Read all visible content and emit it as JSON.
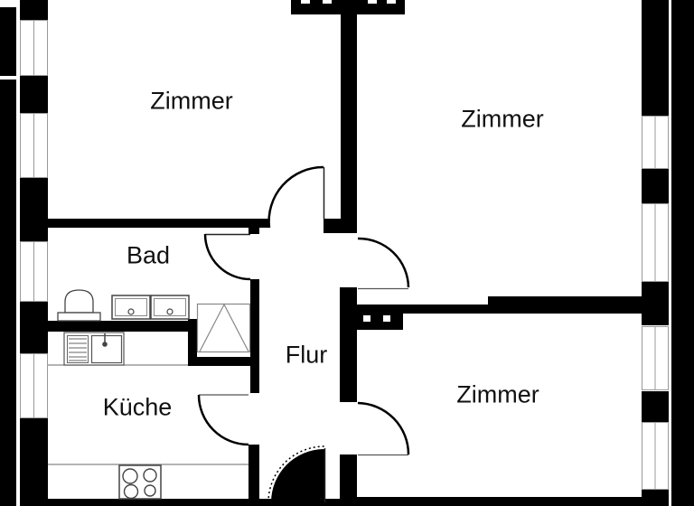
{
  "rooms": [
    {
      "id": "zimmer-top-left",
      "label": "Zimmer"
    },
    {
      "id": "zimmer-top-right",
      "label": "Zimmer"
    },
    {
      "id": "bad",
      "label": "Bad"
    },
    {
      "id": "flur",
      "label": "Flur"
    },
    {
      "id": "kueche",
      "label": "Küche"
    },
    {
      "id": "zimmer-bottom-right",
      "label": "Zimmer"
    }
  ],
  "colors": {
    "wall": "#000000",
    "background": "#ffffff",
    "thin_line": "#8a8a8a",
    "label_text": "#111111"
  },
  "windows": {
    "left_wall_count": 4,
    "right_wall_count": 4
  },
  "doors": [
    {
      "name": "door-zimmer-top-left"
    },
    {
      "name": "door-bad"
    },
    {
      "name": "door-zimmer-top-right"
    },
    {
      "name": "door-zimmer-bottom-right"
    },
    {
      "name": "door-kueche"
    },
    {
      "name": "entrance-door"
    }
  ],
  "fixtures": [
    {
      "name": "toilet"
    },
    {
      "name": "washbasin"
    },
    {
      "name": "washbasin"
    },
    {
      "name": "shower"
    },
    {
      "name": "drainboard"
    },
    {
      "name": "kitchen-sink"
    },
    {
      "name": "stove"
    }
  ]
}
